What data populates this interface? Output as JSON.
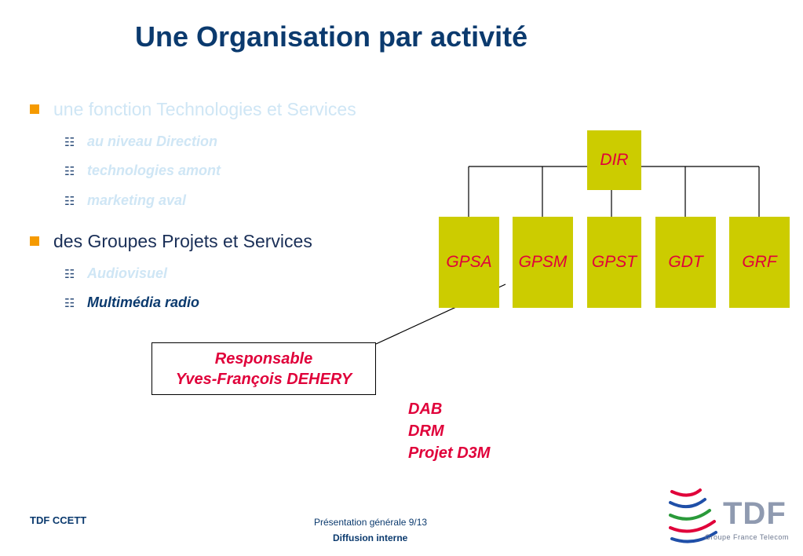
{
  "slide": {
    "title": "Une Organisation par activité",
    "bullets": [
      {
        "text": "une fonction Technologies et Services",
        "subs": [
          "au niveau Direction",
          "technologies amont",
          "marketing aval"
        ]
      },
      {
        "text": "des Groupes Projets et Services",
        "subs": [
          "Audiovisuel",
          "Multimédia radio"
        ]
      }
    ],
    "org": {
      "top": "DIR",
      "groups": [
        "GPSA",
        "GPSM",
        "GPST",
        "GDT",
        "GRF"
      ]
    },
    "responsable": {
      "line1": "Responsable",
      "line2": "Yves-François DEHERY"
    },
    "projects": [
      "DAB",
      "DRM",
      "Projet D3M"
    ],
    "footer": {
      "left": "TDF CCETT",
      "center": "Présentation générale 9/13",
      "center2": "Diffusion interne",
      "logo_text": "TDF",
      "logo_sub": "Groupe  France  Telecom"
    },
    "colors": {
      "title": "#0b3a6e",
      "box": "#cccc00",
      "accent": "#e0003a",
      "bullet": "#f59a00"
    }
  }
}
